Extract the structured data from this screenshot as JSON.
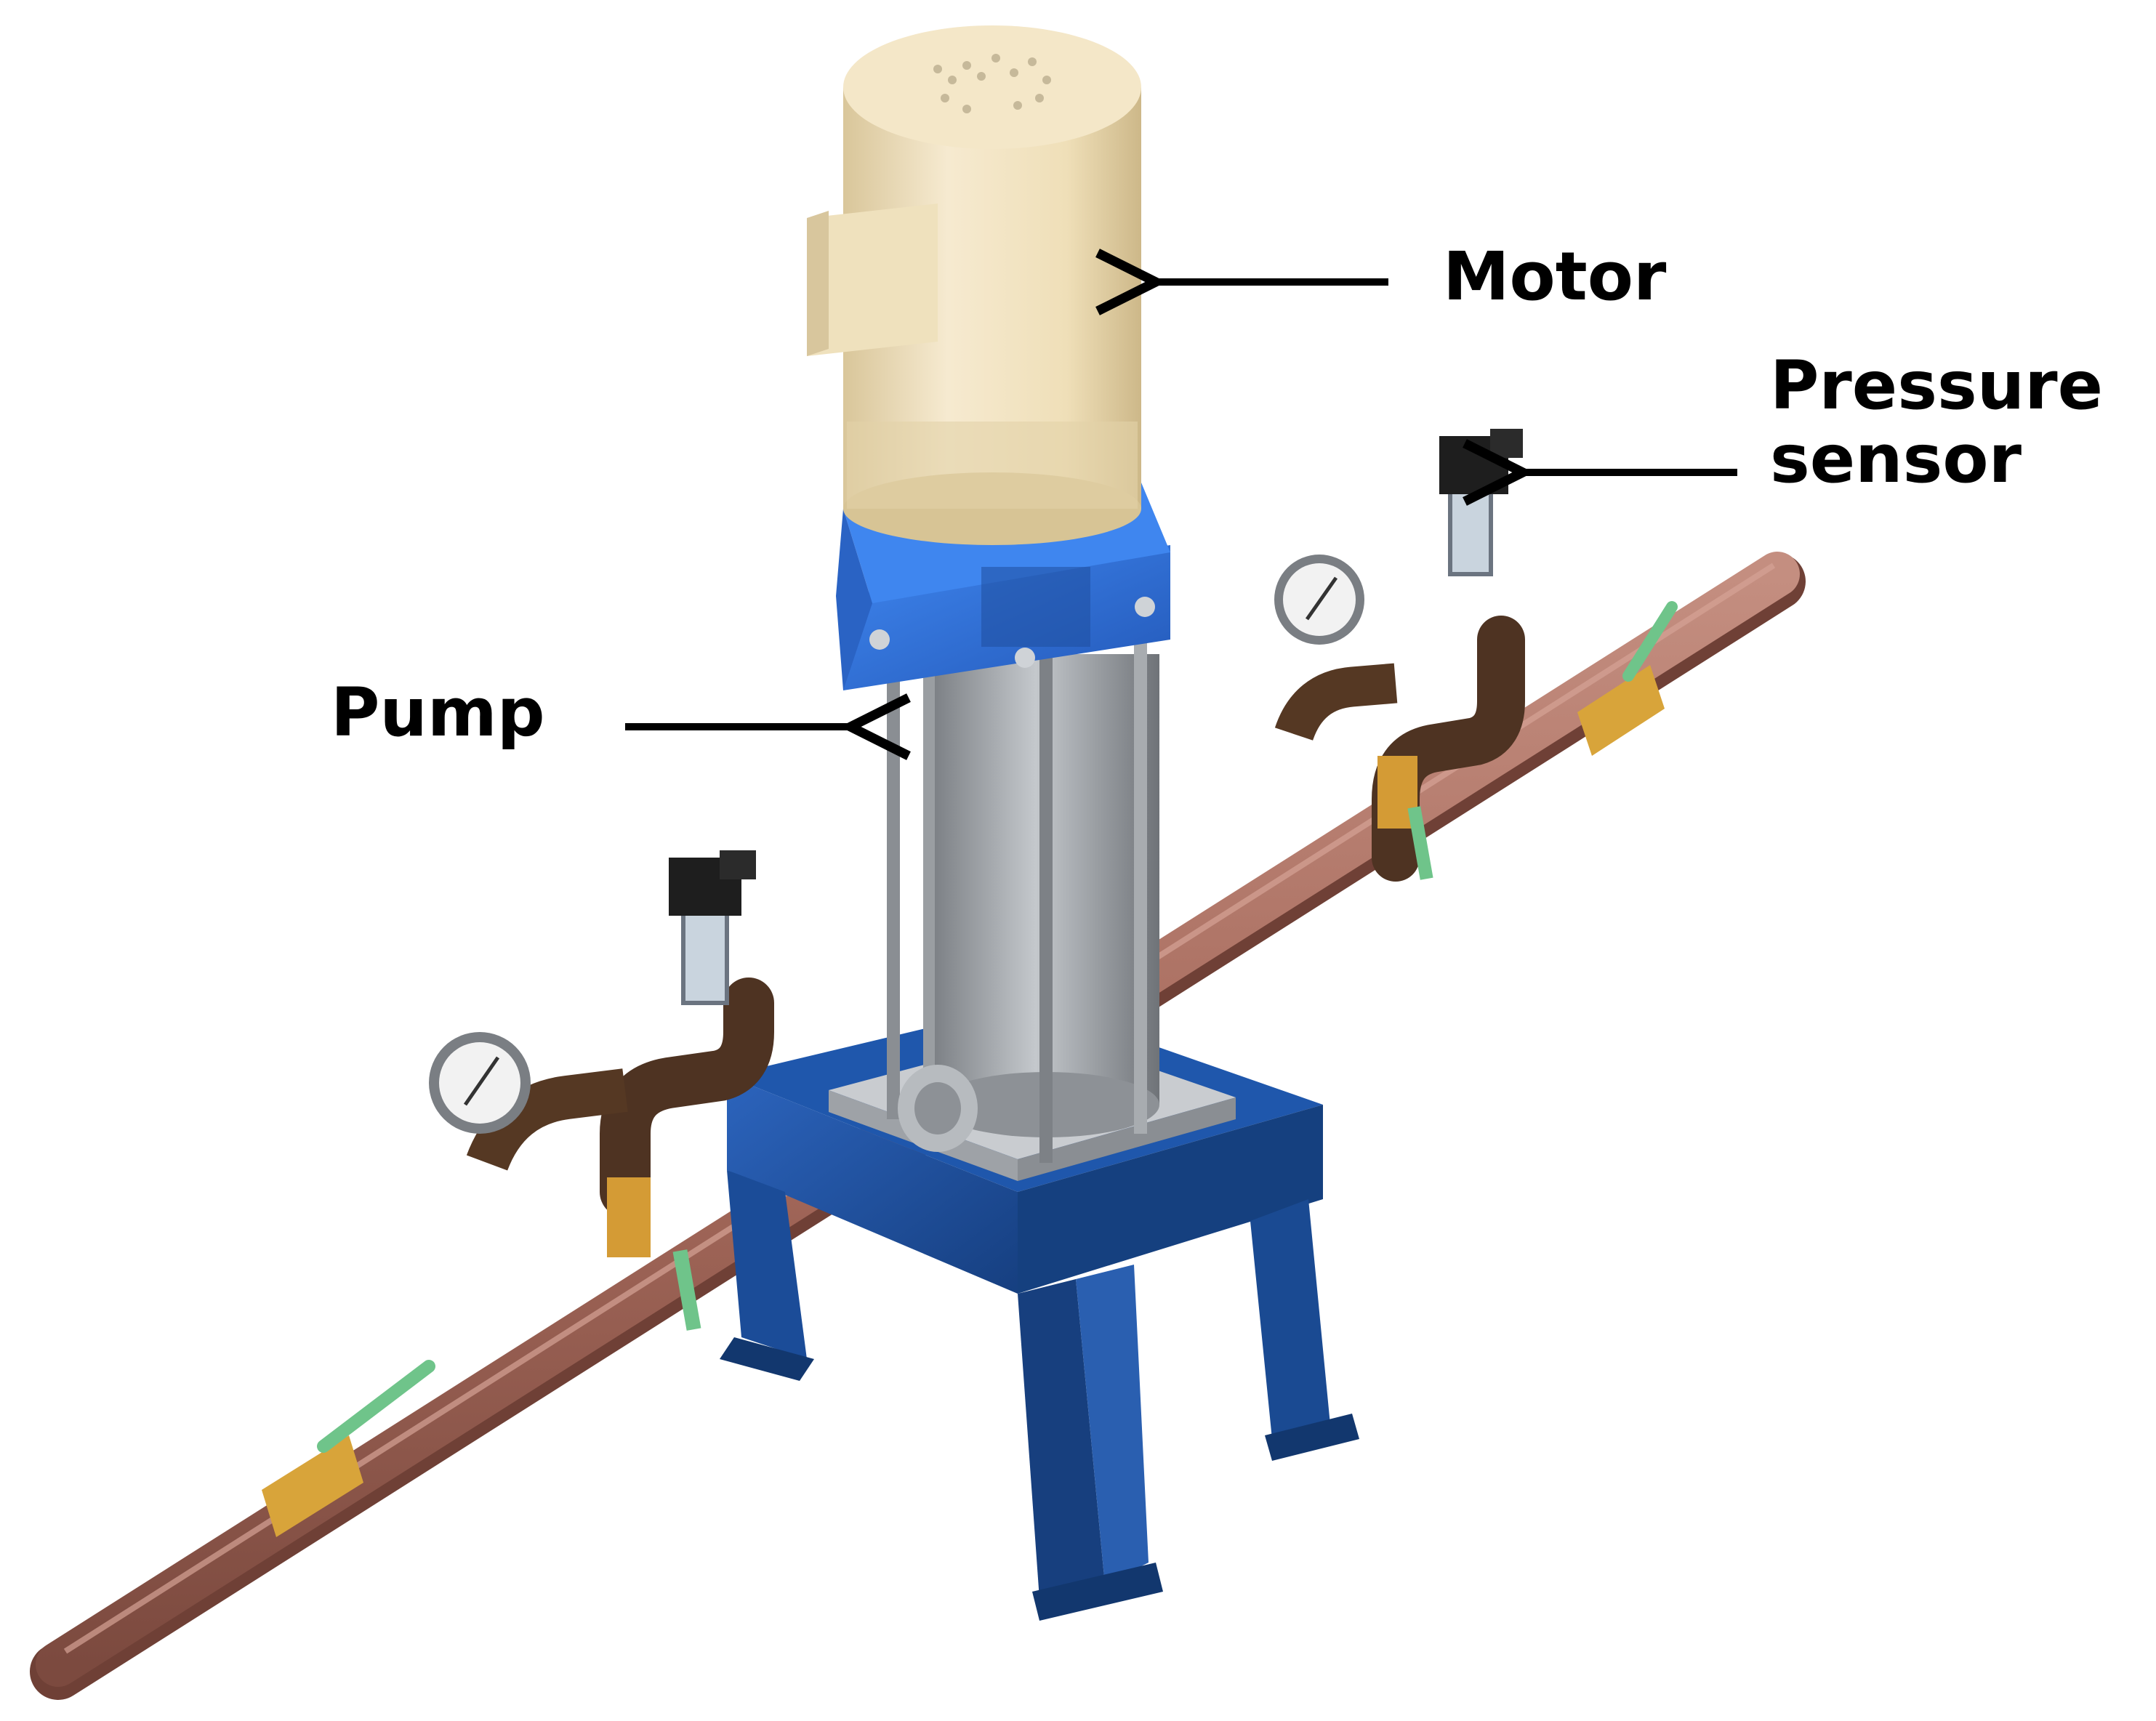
{
  "labels": {
    "motor": "Motor",
    "pump": "Pump",
    "pressure_line1": "Pressure",
    "pressure_line2": "sensor"
  },
  "colors": {
    "motor_body": "#f1e2bd",
    "pump_blue": "#2f6fd6",
    "stand_blue": "#1e4f9a",
    "pipe": "#a86a5a",
    "fitting_brown": "#5a3a26",
    "valve_brass": "#d8a43a",
    "valve_handle": "#6fc48a",
    "steel": "#9a9ea4",
    "arrow": "#000000"
  }
}
